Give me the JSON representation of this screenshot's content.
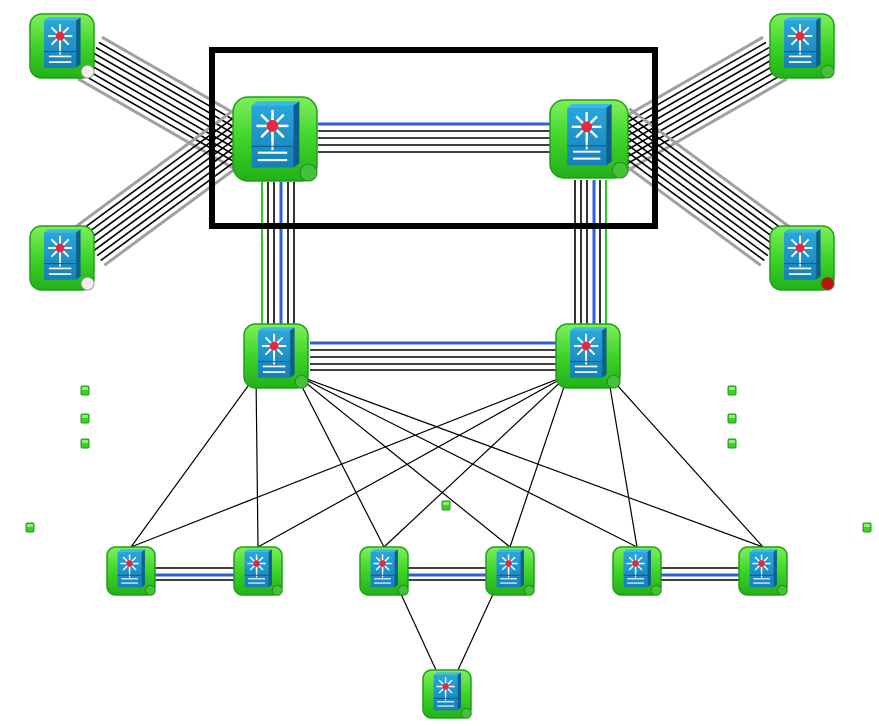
{
  "colors": {
    "node_green": "#3fcf2a",
    "node_blue": "#1a8fc8",
    "core_dot": "#e8283c",
    "link_black": "#000000",
    "link_blue": "#2f5fe0",
    "link_green": "#22cc22",
    "link_gray": "#a0a0a0",
    "status_ok": "#44c23a",
    "status_unknown": "#f0f0f0",
    "status_down": "#c01010"
  },
  "nodes": [
    {
      "id": "tl",
      "icon": "layer3-switch-icon",
      "status": "unknown"
    },
    {
      "id": "tr",
      "icon": "layer3-switch-icon",
      "status": "ok"
    },
    {
      "id": "bl",
      "icon": "layer3-switch-icon",
      "status": "unknown"
    },
    {
      "id": "br",
      "icon": "layer3-switch-icon",
      "status": "down"
    },
    {
      "id": "core-a",
      "icon": "layer3-switch-icon",
      "status": "ok"
    },
    {
      "id": "core-b",
      "icon": "layer3-switch-icon",
      "status": "ok"
    },
    {
      "id": "dist-c",
      "icon": "layer3-switch-icon",
      "status": "ok"
    },
    {
      "id": "dist-d",
      "icon": "layer3-switch-icon",
      "status": "ok"
    },
    {
      "id": "e1",
      "icon": "layer3-switch-icon",
      "status": "ok"
    },
    {
      "id": "e2",
      "icon": "layer3-switch-icon",
      "status": "ok"
    },
    {
      "id": "e3",
      "icon": "layer3-switch-icon",
      "status": "ok"
    },
    {
      "id": "e4",
      "icon": "layer3-switch-icon",
      "status": "ok"
    },
    {
      "id": "e5",
      "icon": "layer3-switch-icon",
      "status": "ok"
    },
    {
      "id": "e6",
      "icon": "layer3-switch-icon",
      "status": "ok"
    },
    {
      "id": "f",
      "icon": "layer3-switch-icon",
      "status": "ok"
    }
  ],
  "small_nodes_count": 9,
  "selection_box": true
}
